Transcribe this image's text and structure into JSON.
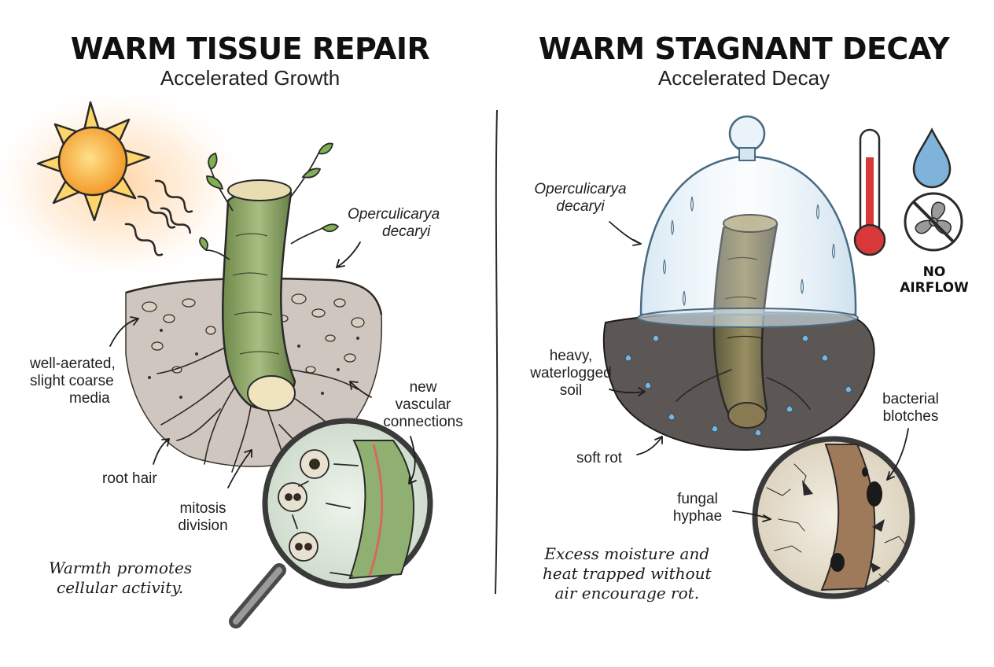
{
  "left_panel": {
    "title": "WARM TISSUE REPAIR",
    "subtitle": "Accelerated Growth",
    "species_line1": "Operculicarya",
    "species_line2": "decaryi",
    "media_line1": "well-aerated,",
    "media_line2": "slight coarse",
    "media_line3": "media",
    "vascular_line1": "new",
    "vascular_line2": "vascular",
    "vascular_line3": "connections",
    "root_hair": "root hair",
    "mitosis_line1": "mitosis",
    "mitosis_line2": "division",
    "caption_line1": "Warmth promotes",
    "caption_line2": "cellular activity."
  },
  "right_panel": {
    "title": "WARM STAGNANT DECAY",
    "subtitle": "Accelerated Decay",
    "species_line1": "Operculicarya",
    "species_line2": "decaryi",
    "soil_line1": "heavy,",
    "soil_line2": "waterlogged",
    "soil_line3": "soil",
    "soft_rot": "soft rot",
    "bacterial_line1": "bacterial",
    "bacterial_line2": "blotches",
    "fungal_line1": "fungal",
    "fungal_line2": "hyphae",
    "no_airflow_line1": "NO",
    "no_airflow_line2": "AIRFLOW",
    "caption_line1": "Excess moisture and",
    "caption_line2": "heat trapped without",
    "caption_line3": "air encourage rot."
  },
  "icons": {
    "left": [
      "sun-icon",
      "heat-wave-icon",
      "cutting-icon",
      "leaf-icon",
      "magnifier-icon",
      "cell-icon"
    ],
    "right": [
      "glass-dome-icon",
      "thermometer-icon",
      "water-drop-icon",
      "no-fan-icon",
      "rotting-cutting-icon",
      "magnifier-icon"
    ]
  },
  "colors": {
    "sun": "#f5a623",
    "soil_dry": "#8a7560",
    "soil_wet": "#3f3a36",
    "stem_green": "#8fa76a",
    "thermo_red": "#d9383a",
    "drop_blue": "#7fb3d9"
  }
}
